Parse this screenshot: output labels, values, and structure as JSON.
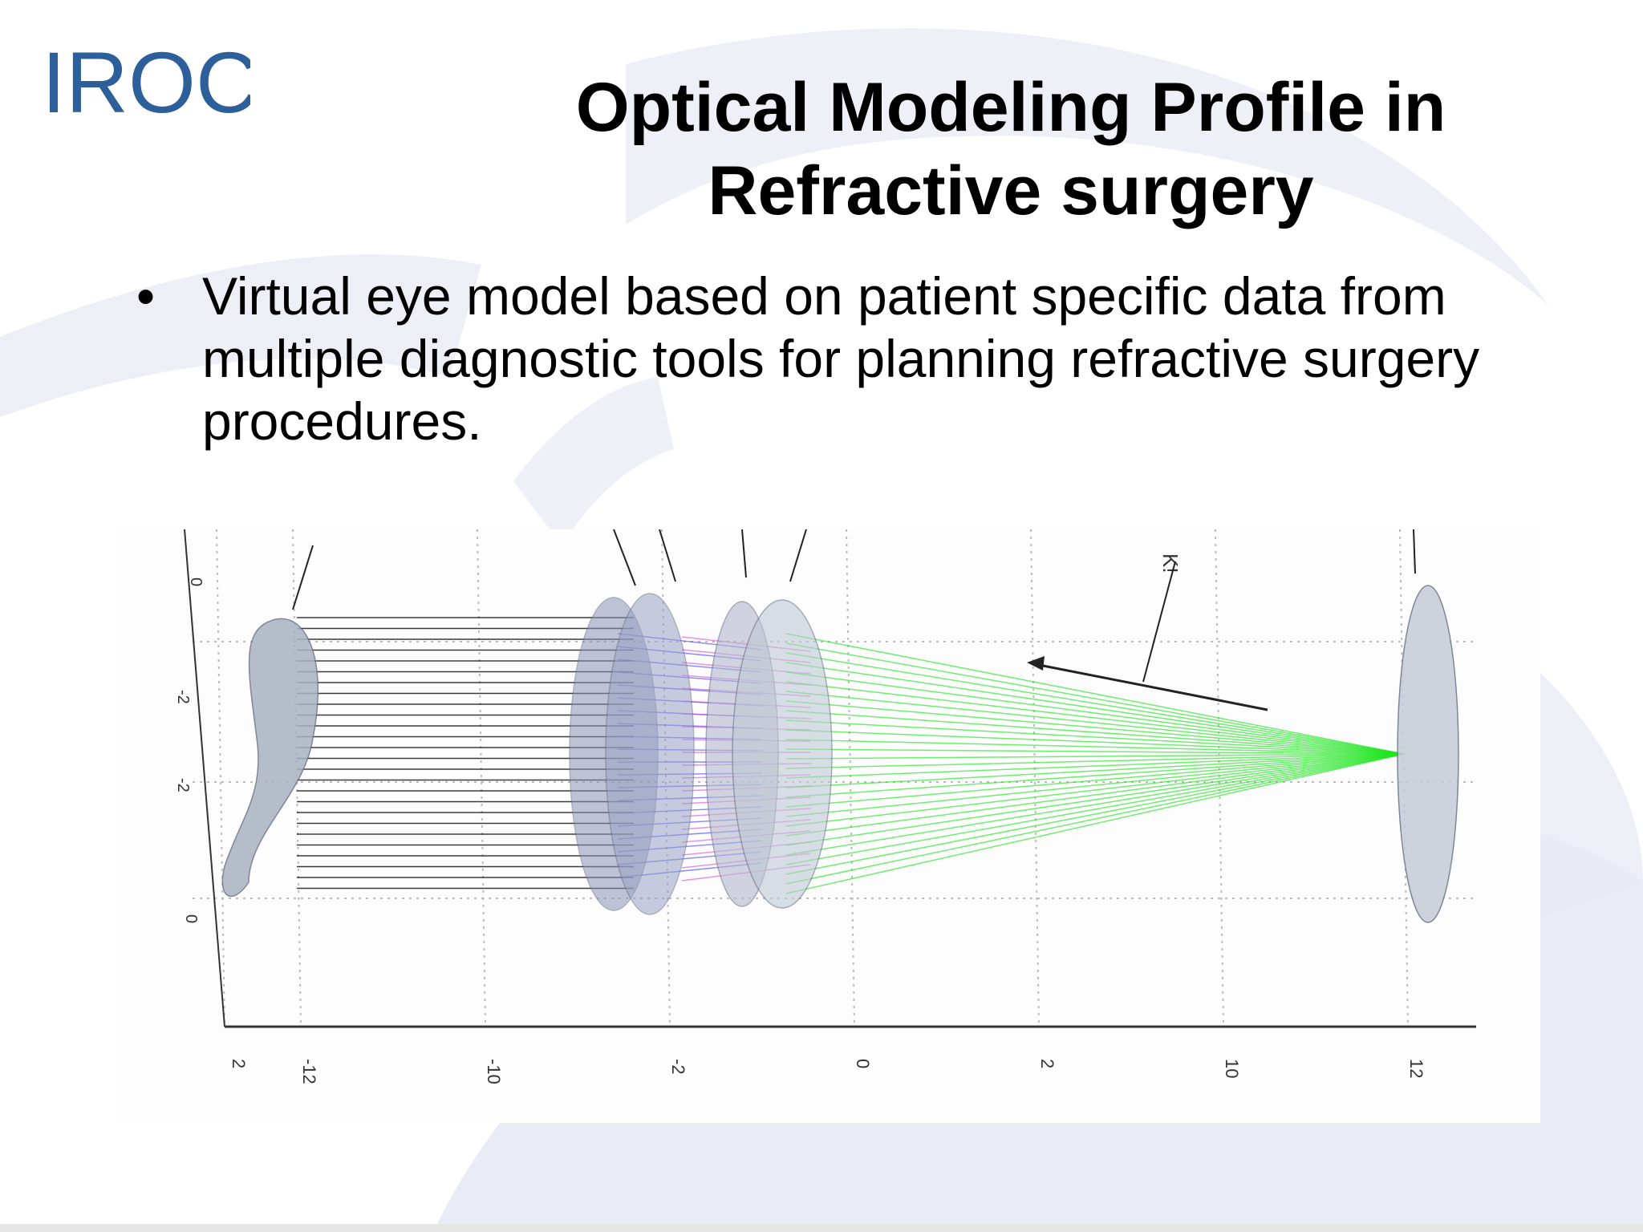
{
  "slide": {
    "logo_text": "IROC",
    "title_line1": "Optical Modeling Profile in",
    "title_line2": "Refractive surgery",
    "bullet_symbol": "•",
    "bullet_line1": "Virtual eye model based on patient specific data from",
    "bullet_line2": "multiple diagnostic tools for planning refractive surgery",
    "bullet_line3": "procedures."
  },
  "diagram": {
    "bottom_axis_ticks": [
      "2",
      "-12",
      "-10",
      "-2",
      "0",
      "2",
      "10",
      "12"
    ],
    "left_axis_ticks": [
      "0",
      "-2",
      "-2",
      "0"
    ],
    "ray_label": "K!"
  },
  "colors": {
    "brand": "#2d5f9a",
    "background_swoosh": "#e8eaf4",
    "rays_green": "#22e622",
    "rays_blue": "#3c3cff",
    "rays_magenta": "#d23cd2",
    "rays_black": "#1a1a1a"
  }
}
